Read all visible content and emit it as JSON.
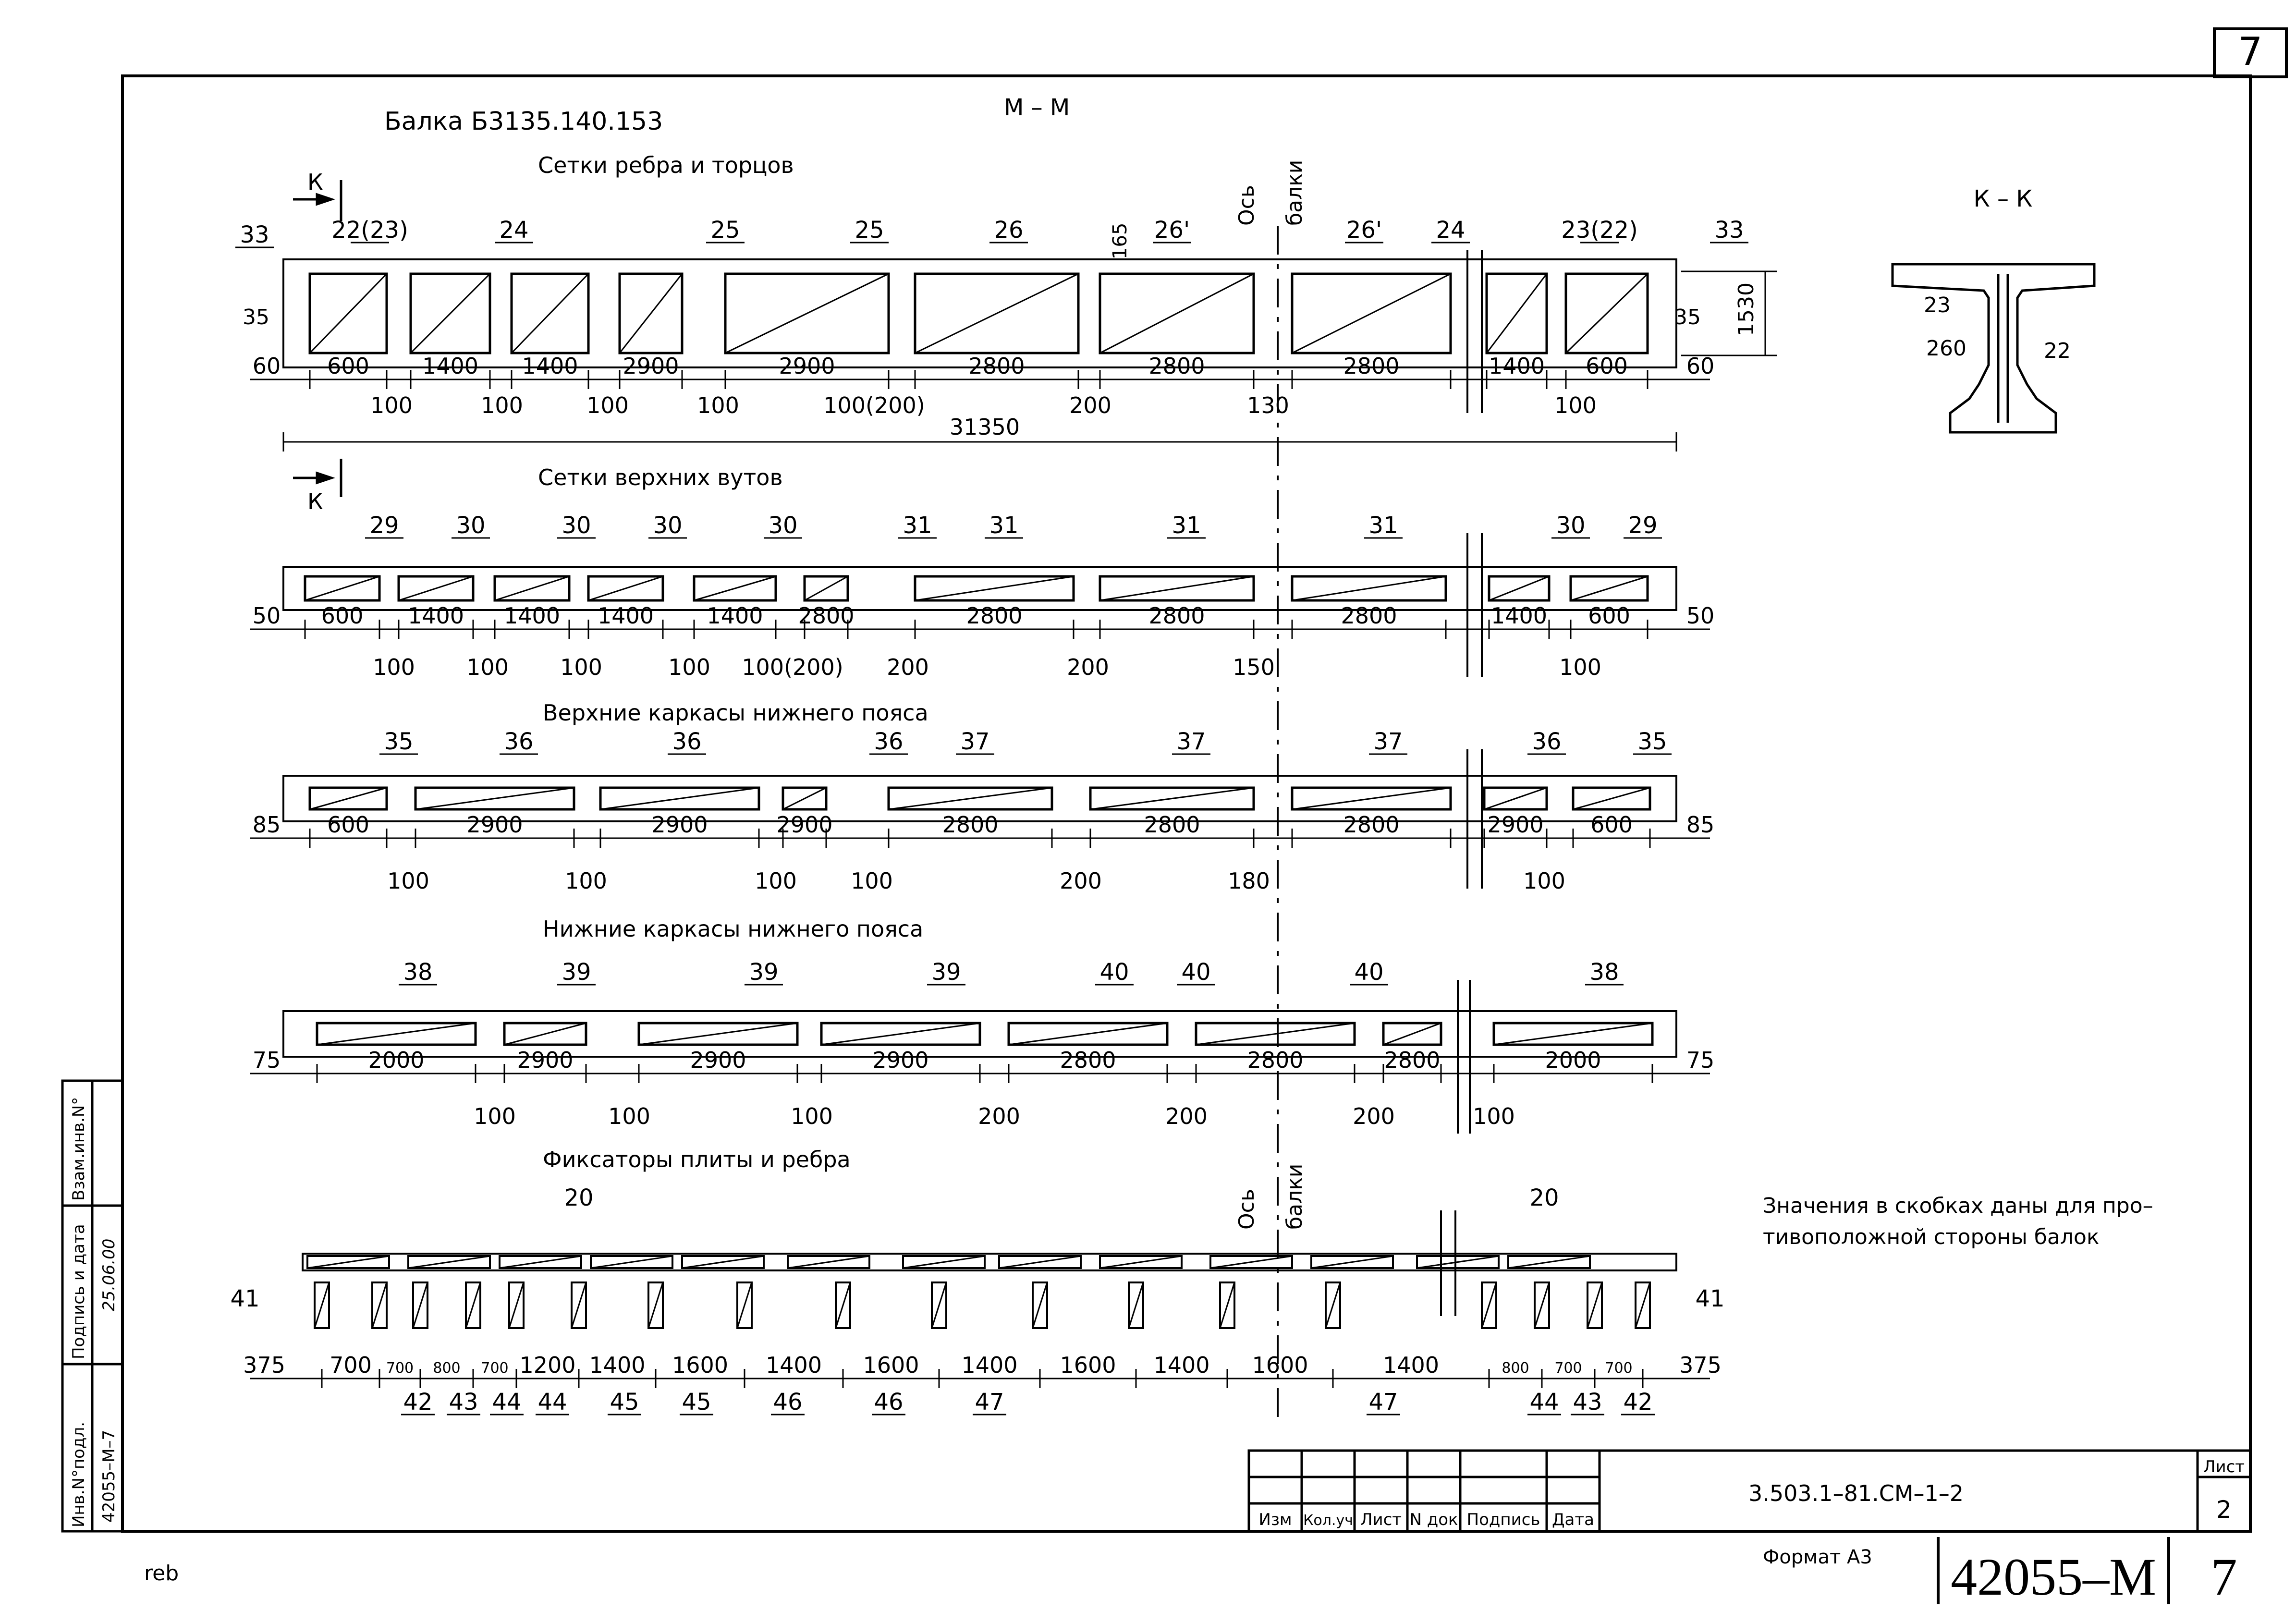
{
  "sheet_number": "7",
  "beam_label": "Балка Б3135.140.153",
  "section_mm": "М – М",
  "section_kk": "К – К",
  "axis_label_1": "Ось",
  "axis_label_2": "балки",
  "section_mark": "К",
  "note": [
    "Значения в скобках даны для про–",
    "тивоположной стороны балок"
  ],
  "rows": [
    {
      "title": "Сетки ребра и торцов",
      "edge_left": "60",
      "edge_right": "60",
      "side_left": "35",
      "side_right": "35",
      "height_dim": "1530",
      "inner_dim": "165",
      "total": "31350",
      "marks": [
        "33",
        "22(23)",
        "24",
        "25",
        "25",
        "26",
        "26'",
        "26'",
        "24",
        "23(22)",
        "33"
      ],
      "lengths": [
        "600",
        "1400",
        "1400",
        "2900",
        "2900",
        "2800",
        "2800",
        "2800",
        "1400",
        "600"
      ],
      "gaps": [
        "100",
        "100",
        "100",
        "100",
        "100(200)",
        "200",
        "130",
        "100"
      ]
    },
    {
      "title": "Сетки верхних вутов",
      "edge_left": "50",
      "edge_right": "50",
      "marks": [
        "29",
        "30",
        "30",
        "30",
        "30",
        "31",
        "31",
        "31",
        "31",
        "30",
        "29"
      ],
      "lengths": [
        "600",
        "1400",
        "1400",
        "1400",
        "1400",
        "2800",
        "2800",
        "2800",
        "2800",
        "1400",
        "600"
      ],
      "gaps": [
        "100",
        "100",
        "100",
        "100",
        "100(200)",
        "200",
        "200",
        "150",
        "100"
      ]
    },
    {
      "title": "Верхние каркасы нижнего пояса",
      "edge_left": "85",
      "edge_right": "85",
      "marks": [
        "35",
        "36",
        "36",
        "36",
        "37",
        "37",
        "37",
        "36",
        "35"
      ],
      "lengths": [
        "600",
        "2900",
        "2900",
        "2900",
        "2800",
        "2800",
        "2800",
        "2900",
        "600"
      ],
      "gaps": [
        "100",
        "100",
        "100",
        "100",
        "200",
        "180",
        "100"
      ]
    },
    {
      "title": "Нижние каркасы нижнего пояса",
      "edge_left": "75",
      "edge_right": "75",
      "marks": [
        "38",
        "39",
        "39",
        "39",
        "40",
        "40",
        "40",
        "38"
      ],
      "lengths": [
        "2000",
        "2900",
        "2900",
        "2900",
        "2800",
        "2800",
        "2800",
        "2000"
      ],
      "gaps": [
        "100",
        "100",
        "100",
        "200",
        "200",
        "200",
        "100"
      ]
    },
    {
      "title": "Фиксаторы плиты и ребра",
      "edge_left": "375",
      "edge_right": "375",
      "top_mark": "20",
      "end_mark": "41",
      "lengths": [
        "700",
        "700",
        "800",
        "700",
        "1200",
        "1400",
        "1600",
        "1400",
        "1600",
        "1400",
        "1600",
        "1400",
        "1600",
        "1400",
        "800",
        "700",
        "700"
      ],
      "bottom_marks": [
        "42",
        "43",
        "44",
        "44",
        "45",
        "45",
        "46",
        "46",
        "47",
        "47",
        "44",
        "43",
        "42"
      ]
    }
  ],
  "section_kk_dims": [
    "23",
    "260",
    "22"
  ],
  "title_block": {
    "headers": [
      "Изм",
      "Кол.уч",
      "Лист",
      "N док",
      "Подпись",
      "Дата"
    ],
    "code": "3.503.1–81.СМ–1–2",
    "sheet_label": "Лист",
    "sheet_value": "2",
    "format": "Формат А3",
    "archive": "42055–М",
    "archive_sheet": "7"
  },
  "side_stamp": [
    "Взам.инв.N°",
    "Подпись и дата",
    "Инв.N°подл.",
    "42055–М–7",
    "25.06.00"
  ],
  "author": "reb"
}
